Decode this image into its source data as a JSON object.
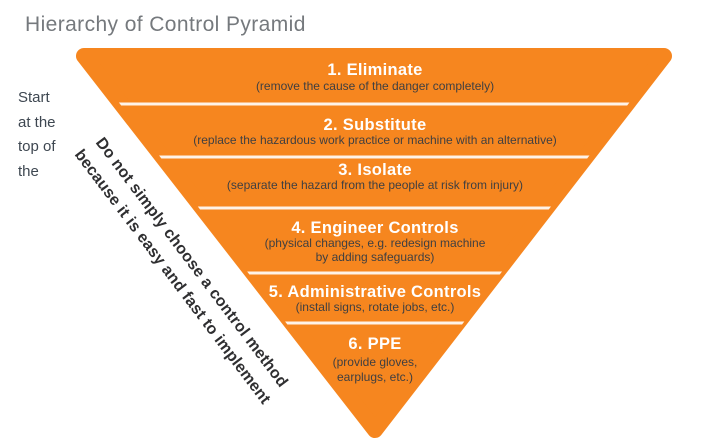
{
  "page": {
    "title": "Hierarchy of Control Pyramid"
  },
  "side_note": {
    "lines": [
      "Start",
      "at the",
      "top of",
      "the"
    ]
  },
  "diagonal_note": {
    "line1": "Do not simply choose a control method",
    "line2": "because it is easy and fast to implement"
  },
  "pyramid": {
    "levels": [
      {
        "title": "1. Eliminate",
        "desc": [
          "(remove the cause of the danger completely)"
        ]
      },
      {
        "title": "2. Substitute",
        "desc": [
          "(replace the hazardous work practice or machine with an alternative)"
        ]
      },
      {
        "title": "3. Isolate",
        "desc": [
          "(separate the hazard from the people at risk from injury)"
        ]
      },
      {
        "title": "4. Engineer Controls",
        "desc": [
          "(physical changes, e.g. redesign machine",
          "by adding safeguards)"
        ]
      },
      {
        "title": "5. Administrative Controls",
        "desc": [
          "(install signs, rotate jobs, etc.)"
        ]
      },
      {
        "title": "6. PPE",
        "desc": [
          "(provide gloves,",
          "earplugs, etc.)"
        ]
      }
    ]
  },
  "colors": {
    "orange": "#F6861F",
    "separator": "#FFFFFF",
    "heading": "#75797D",
    "side_note": "#3E4751",
    "pyramid_title": "#FFFFFF",
    "pyramid_desc": "#3F3F41",
    "diagonal": "#2F2F31",
    "background": "#FFFFFF"
  }
}
